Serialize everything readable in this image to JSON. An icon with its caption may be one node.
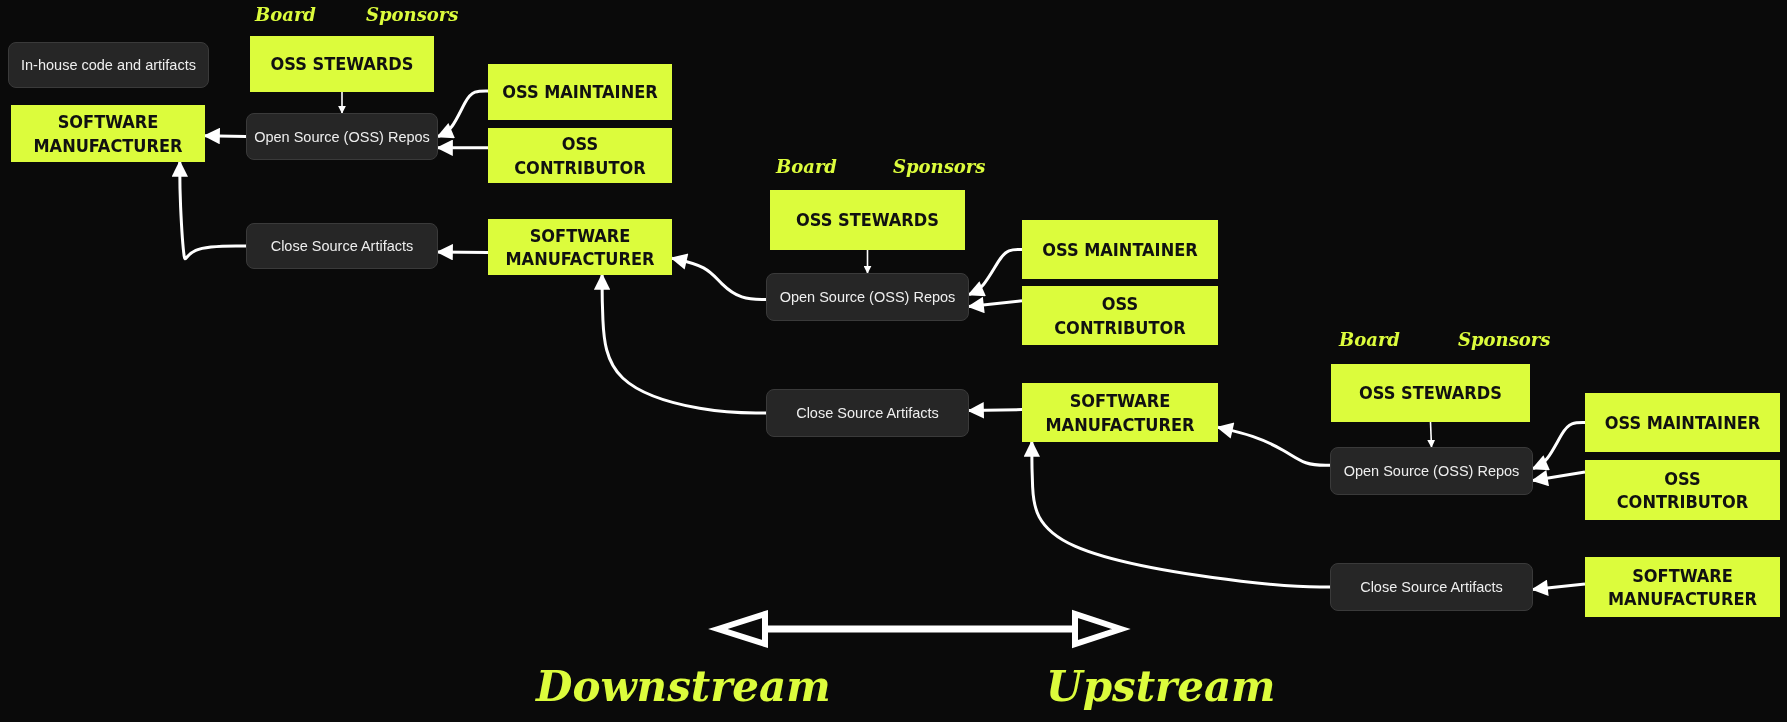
{
  "diagram": {
    "nodes": [
      {
        "text": [
          "In-house code and artifacts"
        ]
      },
      {
        "text": [
          "OSS STEWARDS"
        ]
      },
      {
        "text": [
          "SOFTWARE MANUFACTURER"
        ]
      },
      {
        "text": [
          "Open Source (OSS) Repos"
        ]
      },
      {
        "text": [
          "OSS MAINTAINER"
        ]
      },
      {
        "text": [
          "OSS CONTRIBUTOR"
        ]
      },
      {
        "text": [
          "Close Source Artifacts"
        ]
      },
      {
        "text": [
          "SOFTWARE MANUFACTURER"
        ]
      },
      {
        "text": [
          "OSS STEWARDS"
        ]
      },
      {
        "text": [
          "Open Source (OSS) Repos"
        ]
      },
      {
        "text": [
          "OSS MAINTAINER"
        ]
      },
      {
        "text": [
          "OSS CONTRIBUTOR"
        ]
      },
      {
        "text": [
          "Close Source Artifacts"
        ]
      },
      {
        "text": [
          "SOFTWARE MANUFACTURER"
        ]
      },
      {
        "text": [
          "OSS STEWARDS"
        ]
      },
      {
        "text": [
          "Open Source (OSS) Repos"
        ]
      },
      {
        "text": [
          "OSS MAINTAINER"
        ]
      },
      {
        "text": [
          "OSS CONTRIBUTOR"
        ]
      },
      {
        "text": [
          "Close Source Artifacts"
        ]
      },
      {
        "text": [
          "SOFTWARE MANUFACTURER"
        ]
      }
    ],
    "edges": [
      {
        "from": 1,
        "to": 3,
        "arrow": "to"
      },
      {
        "from": 4,
        "to": 3,
        "arrow": "to"
      },
      {
        "from": 5,
        "to": 3,
        "arrow": "to"
      },
      {
        "from": 3,
        "to": 2,
        "arrow": "to"
      },
      {
        "from": 6,
        "to": 2,
        "arrow": "to"
      },
      {
        "from": 7,
        "to": 6,
        "arrow": "to"
      },
      {
        "from": 8,
        "to": 9,
        "arrow": "to"
      },
      {
        "from": 10,
        "to": 9,
        "arrow": "to"
      },
      {
        "from": 11,
        "to": 9,
        "arrow": "to"
      },
      {
        "from": 9,
        "to": 7,
        "arrow": "to"
      },
      {
        "from": 12,
        "to": 7,
        "arrow": "to"
      },
      {
        "from": 13,
        "to": 12,
        "arrow": "to"
      },
      {
        "from": 14,
        "to": 15,
        "arrow": "to"
      },
      {
        "from": 16,
        "to": 15,
        "arrow": "to"
      },
      {
        "from": 17,
        "to": 15,
        "arrow": "to"
      },
      {
        "from": 15,
        "to": 13,
        "arrow": "to"
      },
      {
        "from": 18,
        "to": 13,
        "arrow": "to"
      },
      {
        "from": 19,
        "to": 18,
        "arrow": "to"
      }
    ],
    "labels": [
      "Board",
      "Sponsors",
      "Board",
      "Sponsors",
      "Board",
      "Sponsors",
      "Downstream",
      "Upstream"
    ]
  }
}
